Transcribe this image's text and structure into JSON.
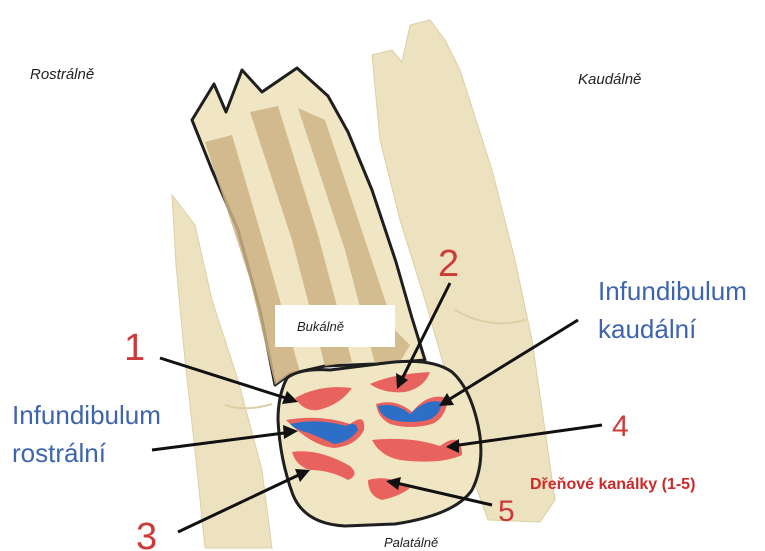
{
  "orientation": {
    "rostral": "Rostrálně",
    "caudal": "Kaudálně",
    "buccal": "Bukálně",
    "palatal": "Palatálně"
  },
  "infundibula": {
    "caudal_line1": "Infundibulum",
    "caudal_line2": "kaudální",
    "rostral_line1": "Infundibulum",
    "rostral_line2": "rostrální"
  },
  "pulp_canals": {
    "legend": "Dřeňové kanálky (1-5)",
    "numbers": [
      "1",
      "2",
      "3",
      "4",
      "5"
    ]
  },
  "colors": {
    "tooth_fill": "#f0e6c3",
    "dentin_band": "#cdb185",
    "pulp_red": "#e8635e",
    "infundibulum_blue": "#2d6fc6",
    "label_red": "#cc3a3a",
    "label_blue": "#3d64ad"
  }
}
